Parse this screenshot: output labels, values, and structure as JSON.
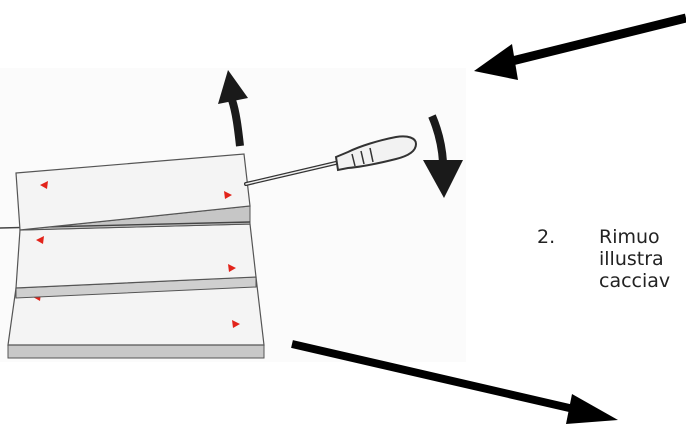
{
  "instruction": {
    "number": "2.",
    "lines": [
      "Rimuo",
      "illustra",
      "cacciav"
    ]
  },
  "colors": {
    "marker": "#e2231a",
    "callout_arrow": "#000000",
    "panel_fill": "#f5f5f5",
    "panel_edge": "#cfcfcf"
  },
  "icons": {
    "pry_up": "curved-arrow-up-icon",
    "push_down": "curved-arrow-down-icon",
    "tool": "screwdriver-icon"
  }
}
